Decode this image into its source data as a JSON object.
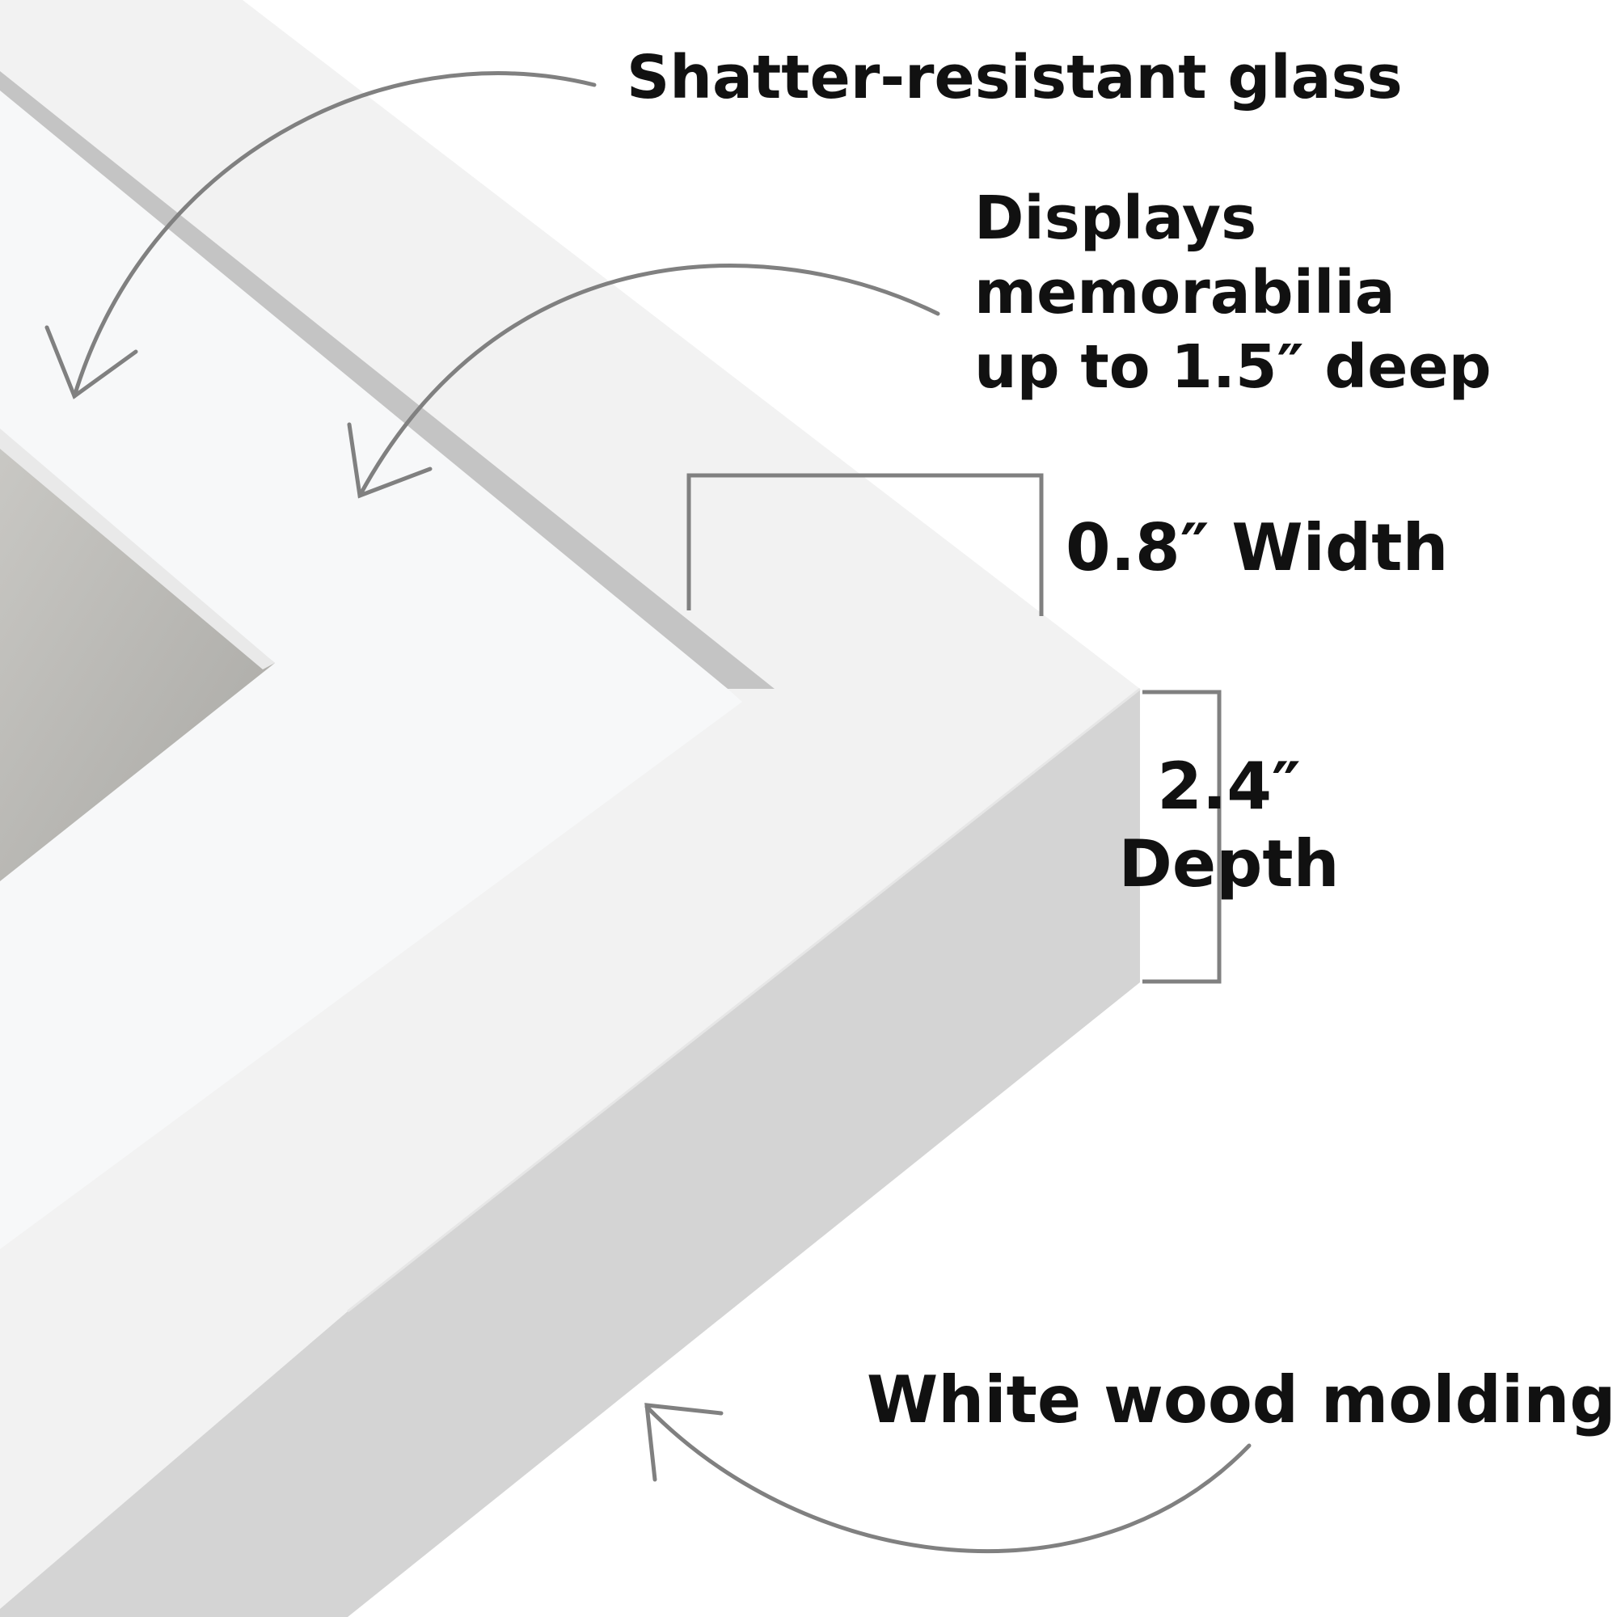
{
  "labels": {
    "glass": "Shatter-resistant glass",
    "displays_line1": "Displays",
    "displays_line2": "memorabilia",
    "displays_line3": "up to 1.5″ deep",
    "width": "0.8″ Width",
    "depth_line1": "2.4″",
    "depth_line2": "Depth",
    "molding": "White wood molding"
  },
  "colors": {
    "background": "#ffffff",
    "frame_face": "#f2f2f2",
    "frame_side": "#d4d4d4",
    "glass_edge": "#c4c4c4",
    "mat": "#f7f8f9",
    "backing": "#b9b8b4",
    "annotation": "#808080",
    "text": "#111111"
  }
}
